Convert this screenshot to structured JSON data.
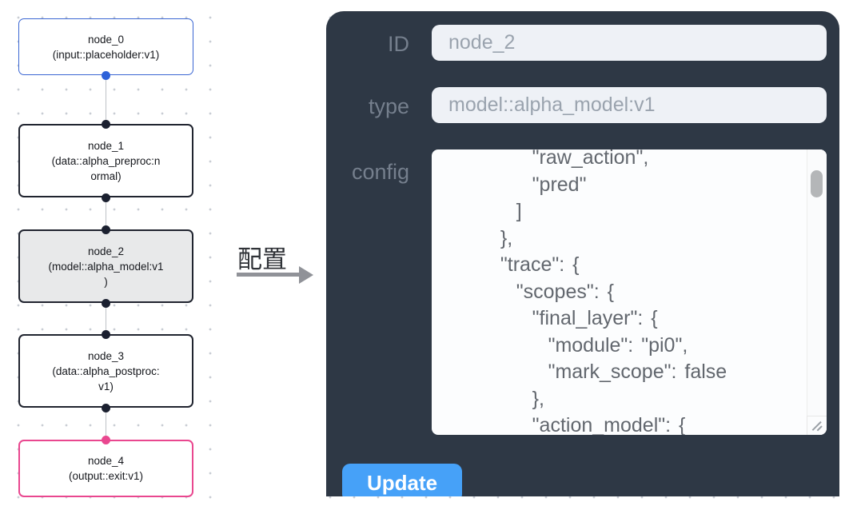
{
  "canvas": {
    "nodes": [
      {
        "id": "node_0",
        "variant": "input",
        "lines": [
          "node_0",
          "(input::placeholder:v1)"
        ]
      },
      {
        "id": "node_1",
        "variant": "default",
        "lines": [
          "node_1",
          "(data::alpha_preproc:n",
          "ormal)"
        ]
      },
      {
        "id": "node_2",
        "variant": "selected",
        "lines": [
          "node_2",
          "(model::alpha_model:v1",
          ")"
        ]
      },
      {
        "id": "node_3",
        "variant": "default",
        "lines": [
          "node_3",
          "(data::alpha_postproc:",
          "v1)"
        ]
      },
      {
        "id": "node_4",
        "variant": "output",
        "lines": [
          "node_4",
          "(output::exit:v1)"
        ]
      }
    ]
  },
  "annotation": {
    "label": "配置"
  },
  "panel": {
    "id_label": "ID",
    "id_value": "node_2",
    "type_label": "type",
    "type_value": "model::alpha_model:v1",
    "config_label": "config",
    "config_lines": [
      "      \"raw_action\",",
      "      \"pred\"",
      "    ]",
      "  },",
      "  \"trace\": {",
      "    \"scopes\": {",
      "      \"final_layer\": {",
      "        \"module\": \"pi0\",",
      "        \"mark_scope\": false",
      "      },",
      "      \"action_model\": {"
    ],
    "update_label": "Update"
  },
  "colors": {
    "panel_bg": "#2e3845",
    "accent_blue": "#46a1f8",
    "node_default_border": "#20242f",
    "node_input_border": "#3a66d3",
    "node_output_border": "#e9478f",
    "node_selected_bg": "#e8e9ea",
    "edge": "#bfc2c7",
    "port_dark": "#1b2030",
    "port_blue": "#2e62d9",
    "port_pink": "#e9478f"
  }
}
